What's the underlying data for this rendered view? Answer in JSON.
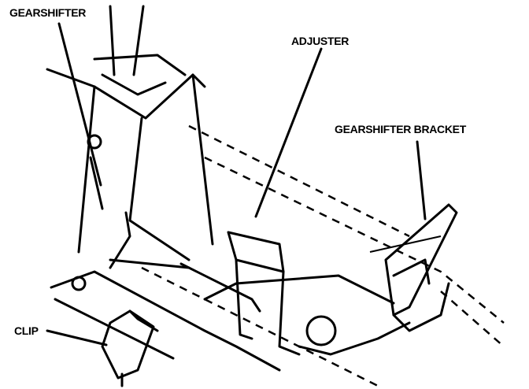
{
  "labels": {
    "gearshifter": "GEARSHIFTER",
    "adjuster": "ADJUSTER",
    "gearshifter_bracket": "GEARSHIFTER BRACKET",
    "clip": "CLIP"
  }
}
